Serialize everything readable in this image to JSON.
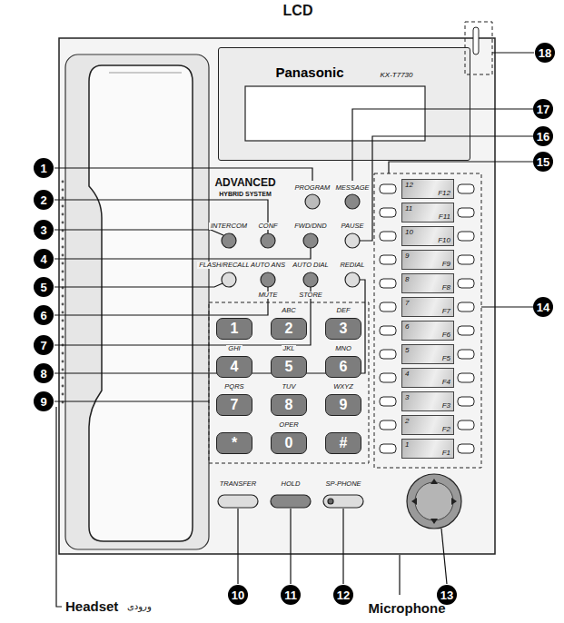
{
  "diagram": {
    "nodes": [
      {
        "text": [
          "Panasonic",
          "KX-T7730"
        ]
      },
      {
        "text": [
          "1"
        ]
      },
      {
        "text": [
          "2"
        ]
      },
      {
        "text": [
          "3"
        ]
      },
      {
        "text": [
          "4"
        ]
      },
      {
        "text": [
          "5"
        ]
      },
      {
        "text": [
          "6"
        ]
      },
      {
        "text": [
          "7"
        ]
      },
      {
        "text": [
          "8"
        ]
      },
      {
        "text": [
          "9"
        ]
      },
      {
        "text": [
          "*"
        ]
      },
      {
        "text": [
          "0"
        ]
      },
      {
        "text": [
          "#"
        ]
      },
      {
        "text": [
          "12",
          "F12"
        ]
      },
      {
        "text": [
          "11",
          "F11"
        ]
      },
      {
        "text": [
          "10",
          "F10"
        ]
      },
      {
        "text": [
          "9",
          "F9"
        ]
      },
      {
        "text": [
          "8",
          "F8"
        ]
      },
      {
        "text": [
          "7",
          "F7"
        ]
      },
      {
        "text": [
          "6",
          "F6"
        ]
      },
      {
        "text": [
          "5",
          "F5"
        ]
      },
      {
        "text": [
          "4",
          "F4"
        ]
      },
      {
        "text": [
          "3",
          "F3"
        ]
      },
      {
        "text": [
          "2",
          "F2"
        ]
      },
      {
        "text": [
          "1",
          "F1"
        ]
      }
    ],
    "labels": [
      "LCD",
      "1",
      "2",
      "3",
      "4",
      "5",
      "6",
      "7",
      "8",
      "9",
      "10",
      "11",
      "12",
      "13",
      "14",
      "15",
      "16",
      "17",
      "18",
      "ADVANCED",
      "HYBRID SYSTEM",
      "PROGRAM",
      "MESSAGE",
      "INTERCOM",
      "CONF",
      "FWD/DND",
      "PAUSE",
      "FLASH/RECALL",
      "AUTO ANS",
      "MUTE",
      "AUTO DIAL",
      "STORE",
      "REDIAL",
      "ABC",
      "DEF",
      "GHI",
      "JKL",
      "MNO",
      "PQRS",
      "TUV",
      "WXYZ",
      "OPER",
      "TRANSFER",
      "HOLD",
      "SP-PHONE",
      "Headset",
      "ورودی",
      "Microphone"
    ]
  }
}
